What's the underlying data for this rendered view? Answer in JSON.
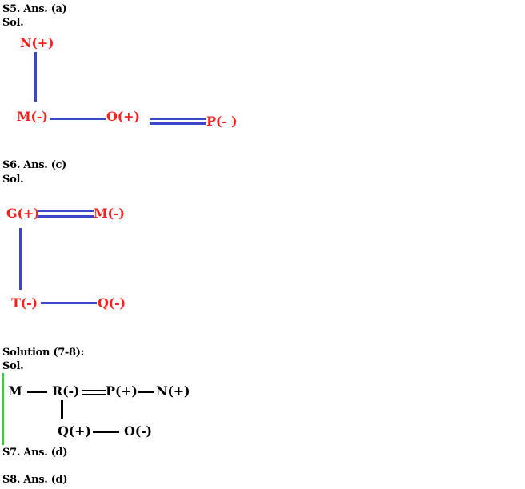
{
  "colors": {
    "node_text": "#ff1f1f",
    "connector": "#3c46c8",
    "black_text": "#000000",
    "accent_bar": "#22dd22"
  },
  "s5": {
    "answer": "S5. Ans. (a)",
    "sol": "Sol.",
    "nodes": {
      "n": "N(+)",
      "m": "M(-)",
      "o": "O(+)",
      "p": "P(- )"
    }
  },
  "s6": {
    "answer": "S6. Ans. (c)",
    "sol": "Sol.",
    "nodes": {
      "g": "G(+)",
      "m": "M(-)",
      "t": "T(-)",
      "q": "Q(-)"
    }
  },
  "s78": {
    "title": "Solution (7-8):",
    "sol": "Sol.",
    "nodes": {
      "m": "M",
      "r": "R(-)",
      "p": "P(+)",
      "n": "N(+)",
      "q": "Q(+)",
      "o": "O(-)"
    },
    "s7_answer": "S7. Ans. (d)",
    "s8_answer": "S8. Ans. (d)"
  }
}
